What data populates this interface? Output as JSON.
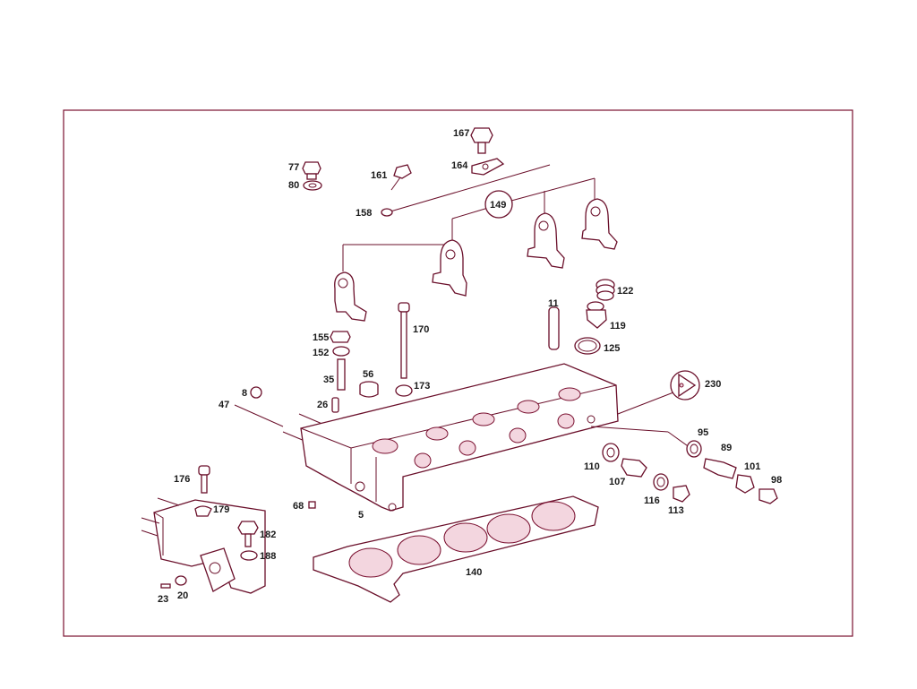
{
  "diagram": {
    "labels": {
      "l167": "167",
      "l164": "164",
      "l77": "77",
      "l80": "80",
      "l161": "161",
      "l158": "158",
      "l149": "149",
      "l122": "122",
      "l11": "11",
      "l119": "119",
      "l125": "125",
      "l155": "155",
      "l152": "152",
      "l170": "170",
      "l35": "35",
      "l56": "56",
      "l173": "173",
      "l8": "8",
      "l26": "26",
      "l47": "47",
      "l230": "230",
      "l95": "95",
      "l89": "89",
      "l110": "110",
      "l101": "101",
      "l107": "107",
      "l98": "98",
      "l176": "176",
      "l179": "179",
      "l68": "68",
      "l5": "5",
      "l116": "116",
      "l113": "113",
      "l182": "182",
      "l188": "188",
      "l140": "140",
      "l23": "23",
      "l20": "20"
    }
  }
}
